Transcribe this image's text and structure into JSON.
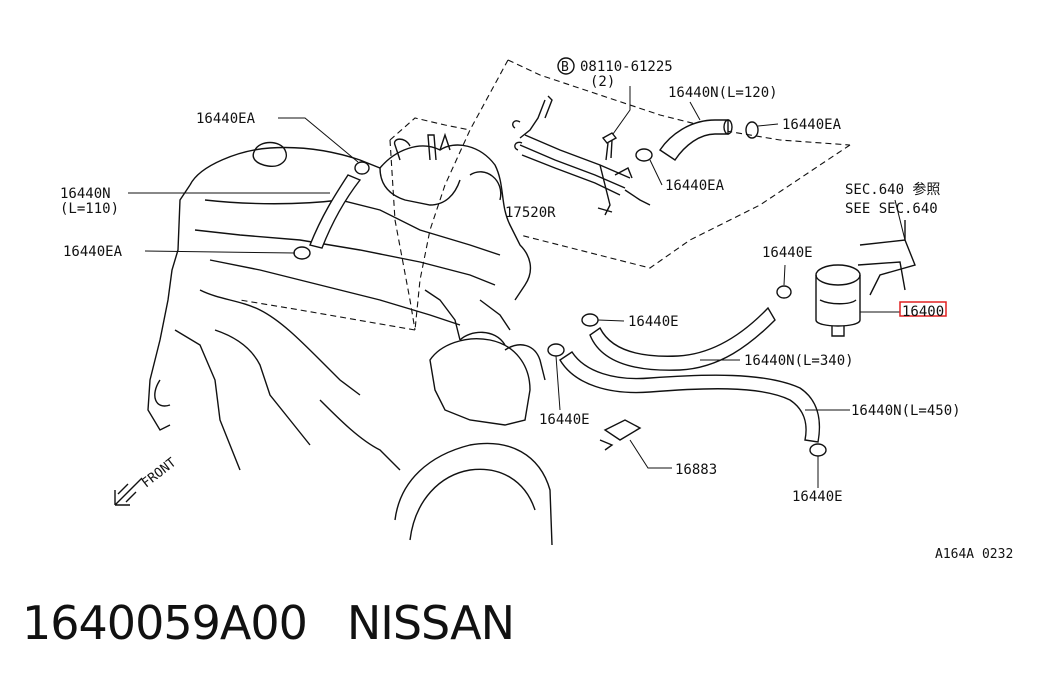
{
  "diagram": {
    "labels": {
      "bolt_code": "08110-61225",
      "bolt_qty": "(2)",
      "bolt_marker": "B",
      "hose_120": "16440N(L=120)",
      "clamp_top_right": "16440EA",
      "clamp_top_left": "16440EA",
      "clamp_mid": "16440EA",
      "hose_110_code": "16440N",
      "hose_110_len": "(L=110)",
      "clamp_left": "16440EA",
      "bracket": "17520R",
      "sec_ref_jp": "SEC.640 参照",
      "sec_ref_en": "SEE SEC.640",
      "clamp_filter": "16440E",
      "filter": "16400",
      "clamp_center": "16440E",
      "hose_340": "16440N(L=340)",
      "hose_450": "16440N(L=450)",
      "clamp_lower": "16440E",
      "clip": "16883",
      "clamp_bottom": "16440E",
      "front": "FRONT",
      "diagram_code": "A164A 0232"
    },
    "highlight_color": "#e02020"
  },
  "caption": {
    "part_number": "1640059A00",
    "brand": "NISSAN"
  }
}
